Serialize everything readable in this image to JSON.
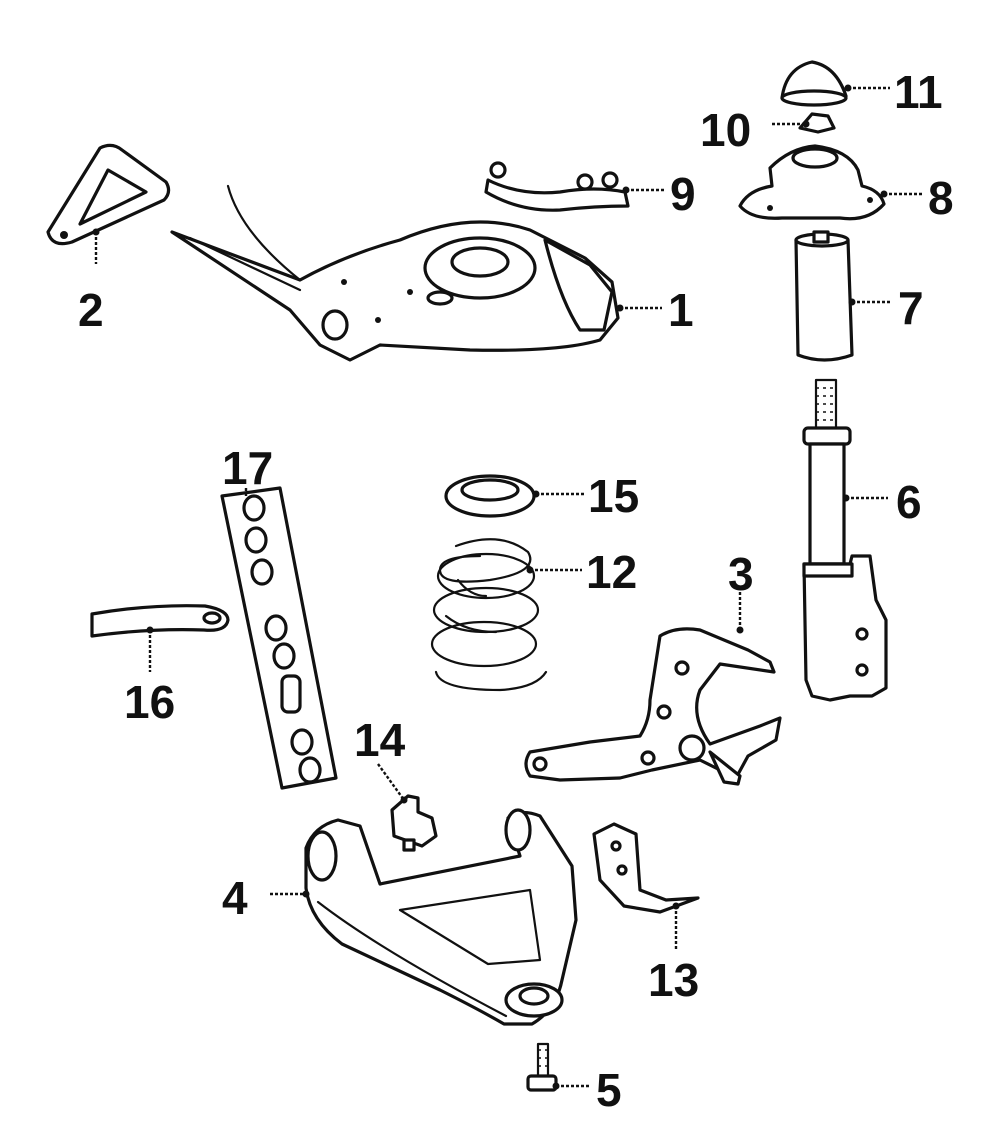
{
  "colors": {
    "ink": "#111111",
    "background": "#ffffff"
  },
  "callouts": {
    "c1": "1",
    "c2": "2",
    "c3": "3",
    "c4": "4",
    "c5": "5",
    "c6": "6",
    "c7": "7",
    "c8": "8",
    "c9": "9",
    "c10": "10",
    "c11": "11",
    "c12": "12",
    "c13": "13",
    "c14": "14",
    "c15": "15",
    "c16": "16",
    "c17": "17"
  }
}
